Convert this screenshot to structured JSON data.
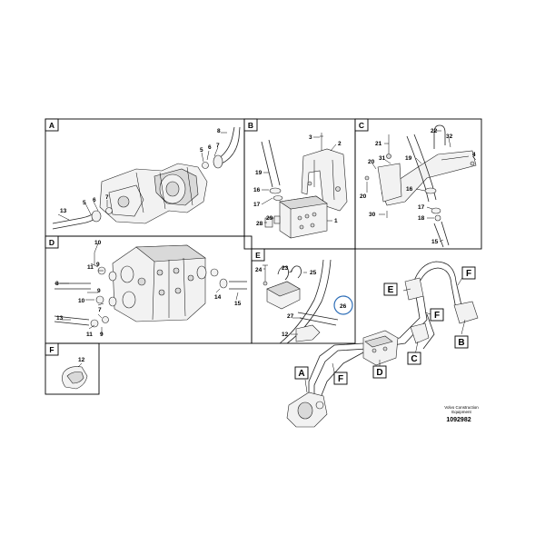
{
  "panels": {
    "a": {
      "label": "A",
      "callouts": [
        "8",
        "7",
        "6",
        "5",
        "7",
        "5",
        "6",
        "13"
      ]
    },
    "b": {
      "label": "B",
      "callouts": [
        "3",
        "2",
        "19",
        "16",
        "17",
        "28",
        "29",
        "1"
      ]
    },
    "c": {
      "label": "C",
      "callouts": [
        "22",
        "32",
        "21",
        "4",
        "31",
        "20",
        "19",
        "16",
        "20",
        "30",
        "17",
        "18",
        "15"
      ]
    },
    "d": {
      "label": "D",
      "callouts": [
        "10",
        "11",
        "9",
        "8",
        "10",
        "9",
        "7",
        "13",
        "11",
        "9",
        "14",
        "15"
      ]
    },
    "e": {
      "label": "E",
      "callouts": [
        "24",
        "23",
        "25",
        "26",
        "27",
        "12"
      ]
    },
    "f": {
      "label": "F",
      "callouts": [
        "12"
      ]
    }
  },
  "overview": {
    "badges": [
      "F",
      "E",
      "F",
      "B",
      "C",
      "D",
      "F",
      "A"
    ]
  },
  "watermark": {
    "line1": "Volvo Construction",
    "line2": "Equipment",
    "number": "1092982"
  }
}
